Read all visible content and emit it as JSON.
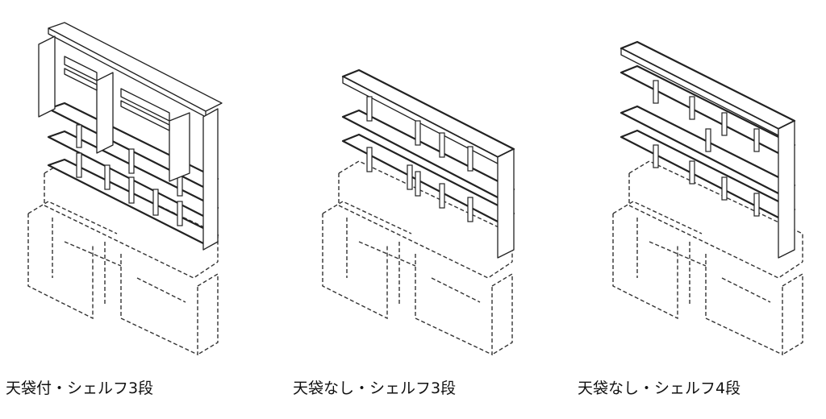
{
  "variants": [
    {
      "caption": "天袋付・シェルフ3段"
    },
    {
      "caption": "天袋なし・シェルフ3段"
    },
    {
      "caption": "天袋なし・シェルフ4段"
    }
  ],
  "colors": {
    "line": "#222222",
    "background": "#ffffff"
  }
}
